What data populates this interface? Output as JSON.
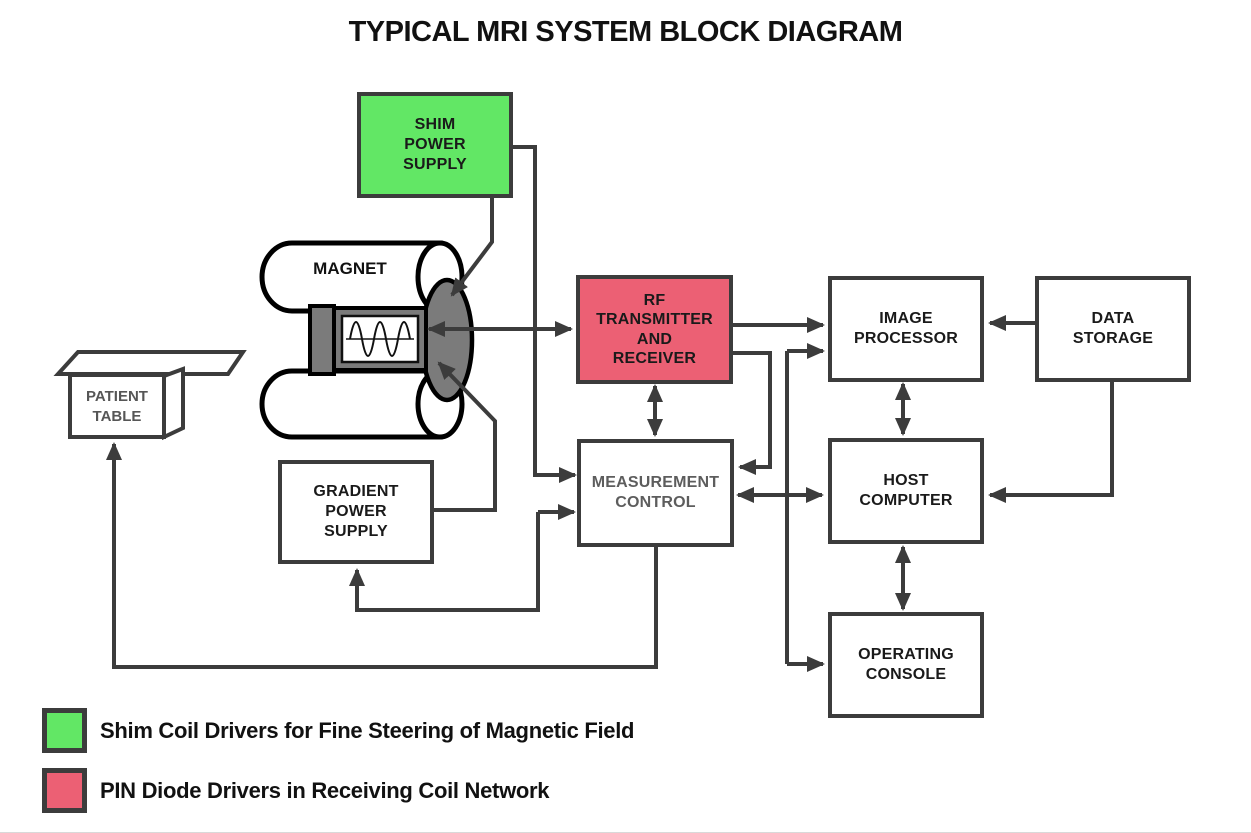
{
  "title": {
    "text": "TYPICAL MRI SYSTEM BLOCK DIAGRAM"
  },
  "colors": {
    "shim_green": "#62e765",
    "pin_red": "#ec6074",
    "wire_gray": "#3c3c3c",
    "magnet_bore_gray": "#7b7b7b"
  },
  "blocks": {
    "shim_power_supply": {
      "label": "SHIM\nPOWER\nSUPPLY"
    },
    "magnet": {
      "label": "MAGNET"
    },
    "rf_transmitter_receiver": {
      "label": "RF\nTRANSMITTER\nAND\nRECEIVER"
    },
    "image_processor": {
      "label": "IMAGE\nPROCESSOR"
    },
    "data_storage": {
      "label": "DATA\nSTORAGE"
    },
    "patient_table": {
      "label": "PATIENT\nTABLE"
    },
    "gradient_power_supply": {
      "label": "GRADIENT\nPOWER\nSUPPLY"
    },
    "measurement_control": {
      "label": "MEASUREMENT\nCONTROL"
    },
    "host_computer": {
      "label": "HOST\nCOMPUTER"
    },
    "operating_console": {
      "label": "OPERATING\nCONSOLE"
    }
  },
  "legend": [
    {
      "swatch": "green",
      "label": "Shim Coil Drivers for Fine Steering of Magnetic Field"
    },
    {
      "swatch": "red",
      "label": "PIN Diode Drivers in Receiving Coil Network"
    }
  ]
}
